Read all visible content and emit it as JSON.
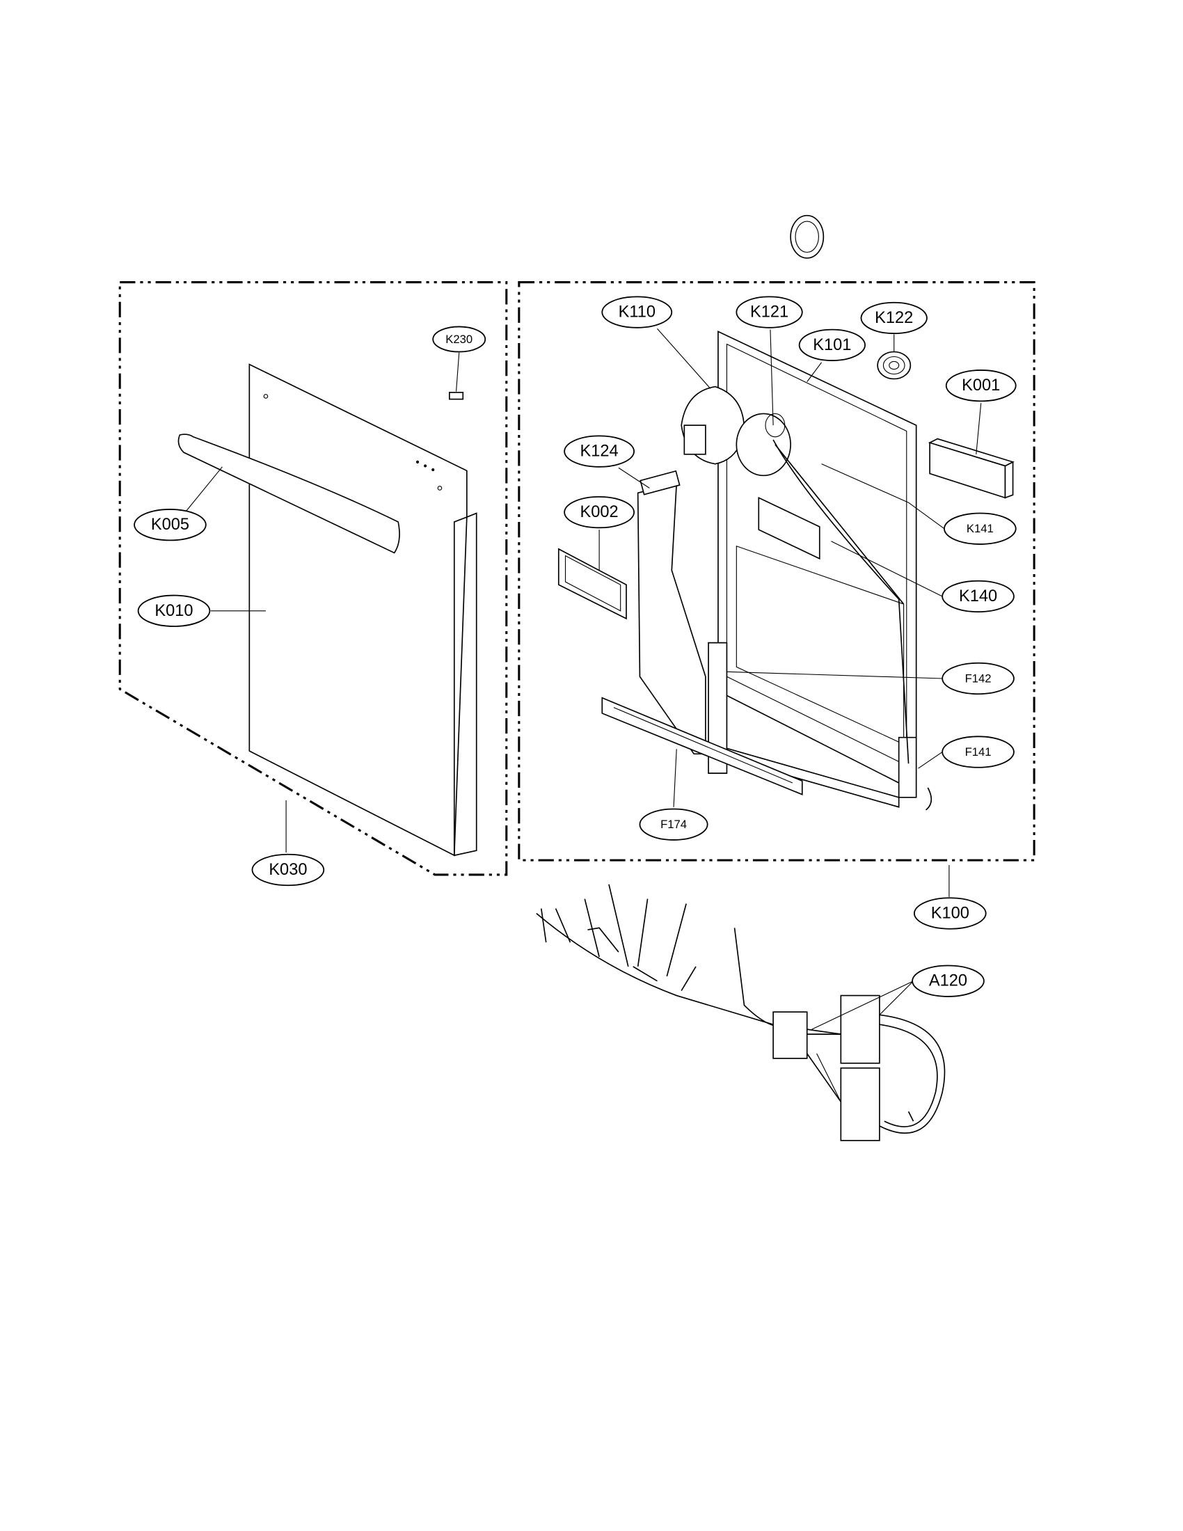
{
  "diagram": {
    "labels": {
      "k230": "K230",
      "k005": "K005",
      "k010": "K010",
      "k030": "K030",
      "k110": "K110",
      "k121": "K121",
      "k101": "K101",
      "k122": "K122",
      "k001": "K001",
      "k124": "K124",
      "k002": "K002",
      "k141": "K141",
      "k140": "K140",
      "f142": "F142",
      "f141": "F141",
      "f174": "F174",
      "k100": "K100",
      "a120": "A120"
    }
  }
}
